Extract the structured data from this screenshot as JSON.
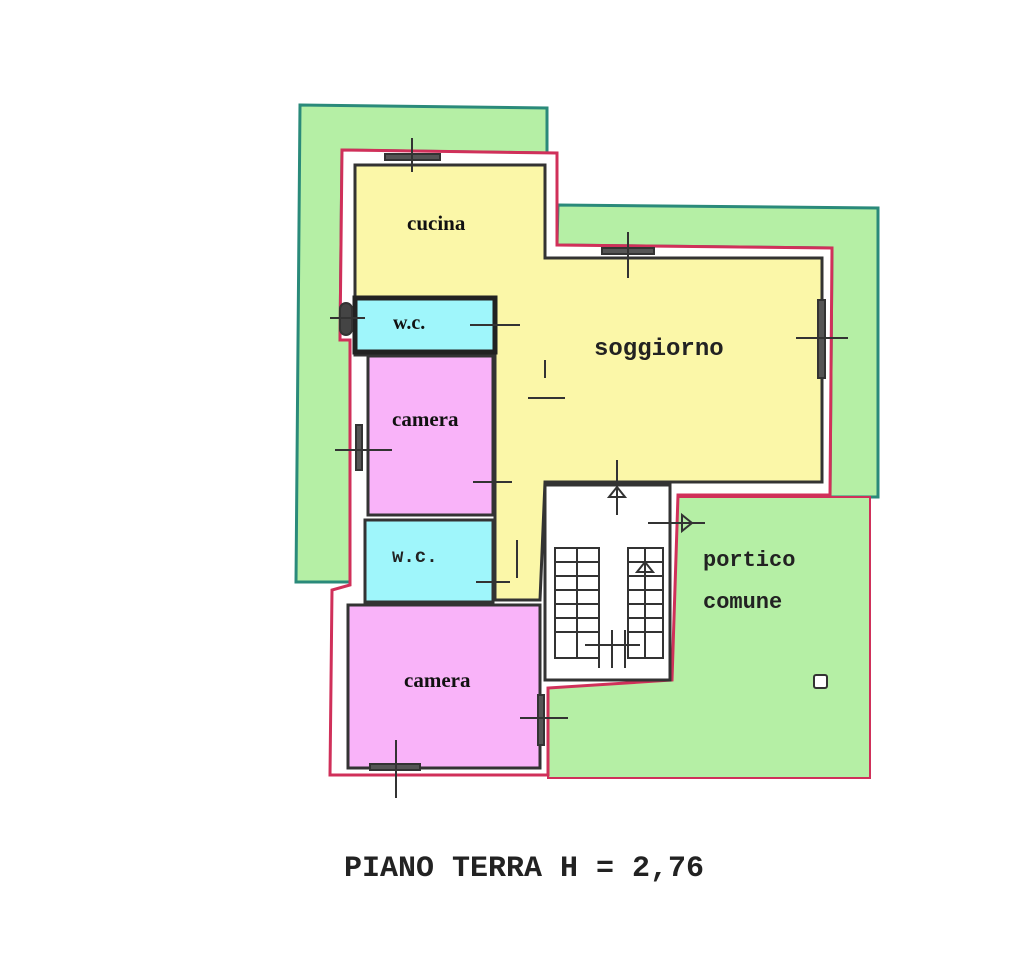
{
  "rooms": {
    "cucina": "cucina",
    "wc_top": "w.c.",
    "soggiorno": "soggiorno",
    "camera_top": "camera",
    "wc_bottom": "w.c.",
    "camera_bottom": "camera",
    "portico_line1": "portico",
    "portico_line2": "comune"
  },
  "title": "PIANO TERRA H = 2,76",
  "colors": {
    "garden": "#b5efa5",
    "living": "#fbf7a8",
    "bath": "#9ff6fb",
    "bedroom": "#f9b3f9",
    "outline_outer": "#2a8a7a",
    "outline_building": "#d0305a",
    "wall": "#333333"
  }
}
